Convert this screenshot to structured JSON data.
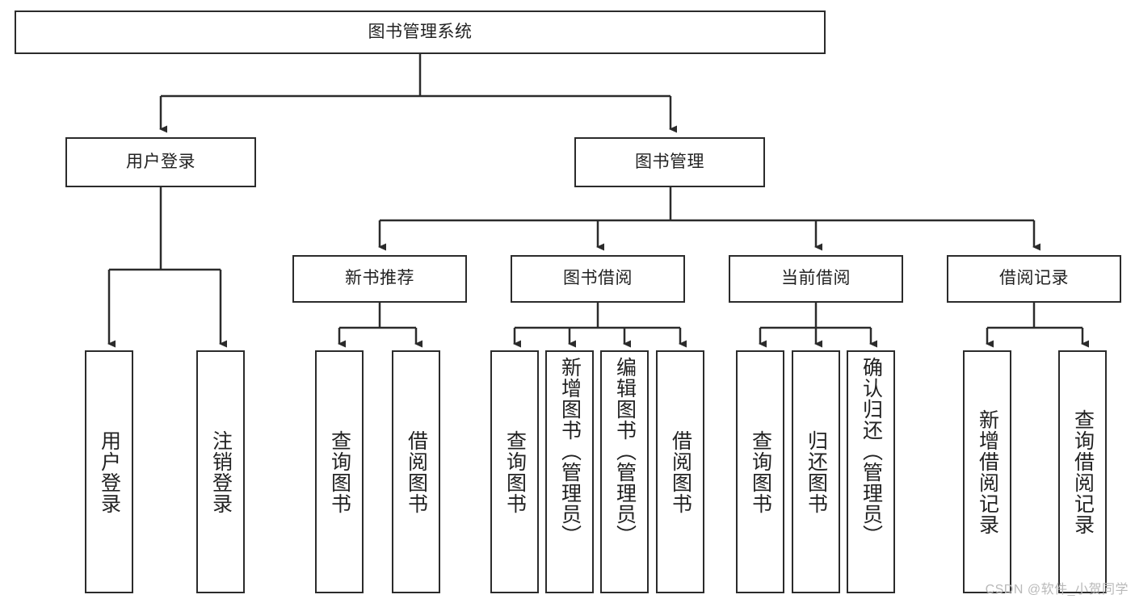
{
  "diagram": {
    "type": "tree",
    "title": "图书管理系统",
    "root": {
      "label": "图书管理系统"
    },
    "level2": [
      {
        "label": "用户登录"
      },
      {
        "label": "图书管理"
      }
    ],
    "level3": [
      {
        "label": "新书推荐"
      },
      {
        "label": "图书借阅"
      },
      {
        "label": "当前借阅"
      },
      {
        "label": "借阅记录"
      }
    ],
    "leaves": {
      "user_login": [
        {
          "label": "用户登录"
        },
        {
          "label": "注销登录"
        }
      ],
      "new_book_recommend": [
        {
          "label": "查询图书"
        },
        {
          "label": "借阅图书"
        }
      ],
      "book_borrow": [
        {
          "label": "查询图书"
        },
        {
          "label": "新增图书（管理员）"
        },
        {
          "label": "编辑图书（管理员）"
        },
        {
          "label": "借阅图书"
        }
      ],
      "current_borrow": [
        {
          "label": "查询图书"
        },
        {
          "label": "归还图书"
        },
        {
          "label": "确认归还（管理员）"
        }
      ],
      "borrow_record": [
        {
          "label": "新增借阅记录"
        },
        {
          "label": "查询借阅记录"
        }
      ]
    },
    "colors": {
      "stroke": "#2b2b2b",
      "fill": "#ffffff",
      "text": "#222222",
      "watermark": "#b9b9b9"
    }
  },
  "watermark": {
    "text": "CSDN @软件_小贺同学"
  }
}
